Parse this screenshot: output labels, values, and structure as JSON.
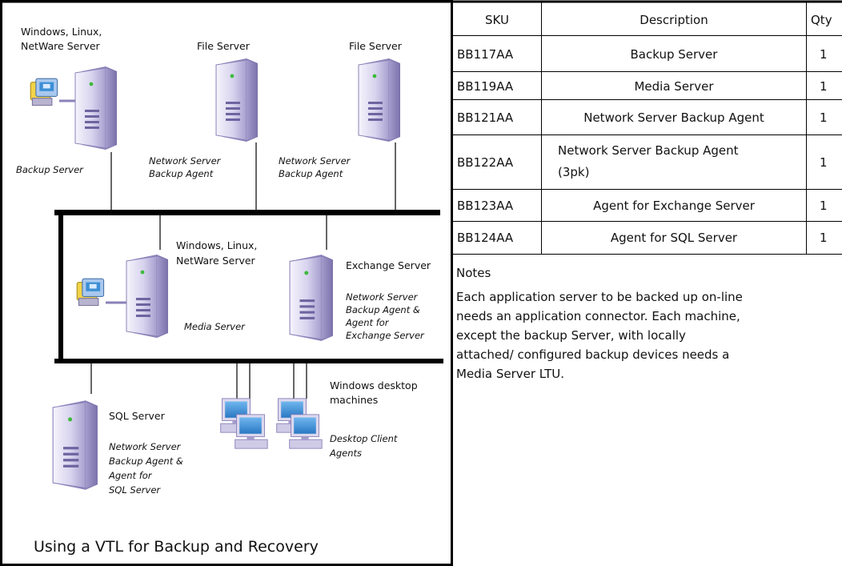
{
  "diagram": {
    "caption": "Using a VTL for Backup and Recovery",
    "top_row": {
      "backup_server": {
        "role_line1": "Windows, Linux,",
        "role_line2": "NetWare Server",
        "label": "Backup Server"
      },
      "file_server_1": {
        "role": "File Server",
        "label_line1": "Network Server",
        "label_line2": "Backup Agent"
      },
      "file_server_2": {
        "role": "File Server",
        "label_line1": "Network Server",
        "label_line2": "Backup Agent"
      }
    },
    "middle_row": {
      "media_server": {
        "role_line1": "Windows, Linux,",
        "role_line2": "NetWare Server",
        "label": "Media Server"
      },
      "exchange_server": {
        "role": "Exchange Server",
        "label_line1": "Network Server",
        "label_line2": "Backup Agent &",
        "label_line3": "Agent for",
        "label_line4": "Exchange Server"
      }
    },
    "bottom_row": {
      "sql_server": {
        "role": "SQL Server",
        "label_line1": "Network Server",
        "label_line2": "Backup Agent &",
        "label_line3": "Agent for",
        "label_line4": "SQL Server"
      },
      "desktops": {
        "role_line1": "Windows desktop",
        "role_line2": "machines",
        "label_line1": "Desktop Client",
        "label_line2": "Agents"
      }
    }
  },
  "table": {
    "headers": {
      "sku": "SKU",
      "description": "Description",
      "qty": "Qty"
    },
    "rows": [
      {
        "sku": "BB117AA",
        "description": "Backup Server",
        "qty": "1"
      },
      {
        "sku": "BB119AA",
        "description": "Media Server",
        "qty": "1"
      },
      {
        "sku": "BB121AA",
        "description": "Network Server Backup Agent",
        "qty": "1"
      },
      {
        "sku": "BB122AA",
        "description_line1": "Network Server Backup Agent",
        "description_line2": "(3pk)",
        "qty": "1"
      },
      {
        "sku": "BB123AA",
        "description": "Agent for Exchange Server",
        "qty": "1"
      },
      {
        "sku": "BB124AA",
        "description": "Agent for SQL Server",
        "qty": "1"
      }
    ]
  },
  "notes": {
    "title": "Notes",
    "lines": [
      "Each application server to be backed up on-line",
      "needs an application connector.  Each machine,",
      "except the backup Server, with locally",
      "attached/ configured backup devices needs a",
      "Media Server LTU."
    ]
  },
  "colors": {
    "tower_light": "#ece9f6",
    "tower_mid": "#c6c0e2",
    "tower_dark": "#8f86bd",
    "led": "#3dbb3d",
    "monitor_blue": "#3b8fd6",
    "tape_yellow": "#f3d347",
    "bus_black": "#000000"
  }
}
